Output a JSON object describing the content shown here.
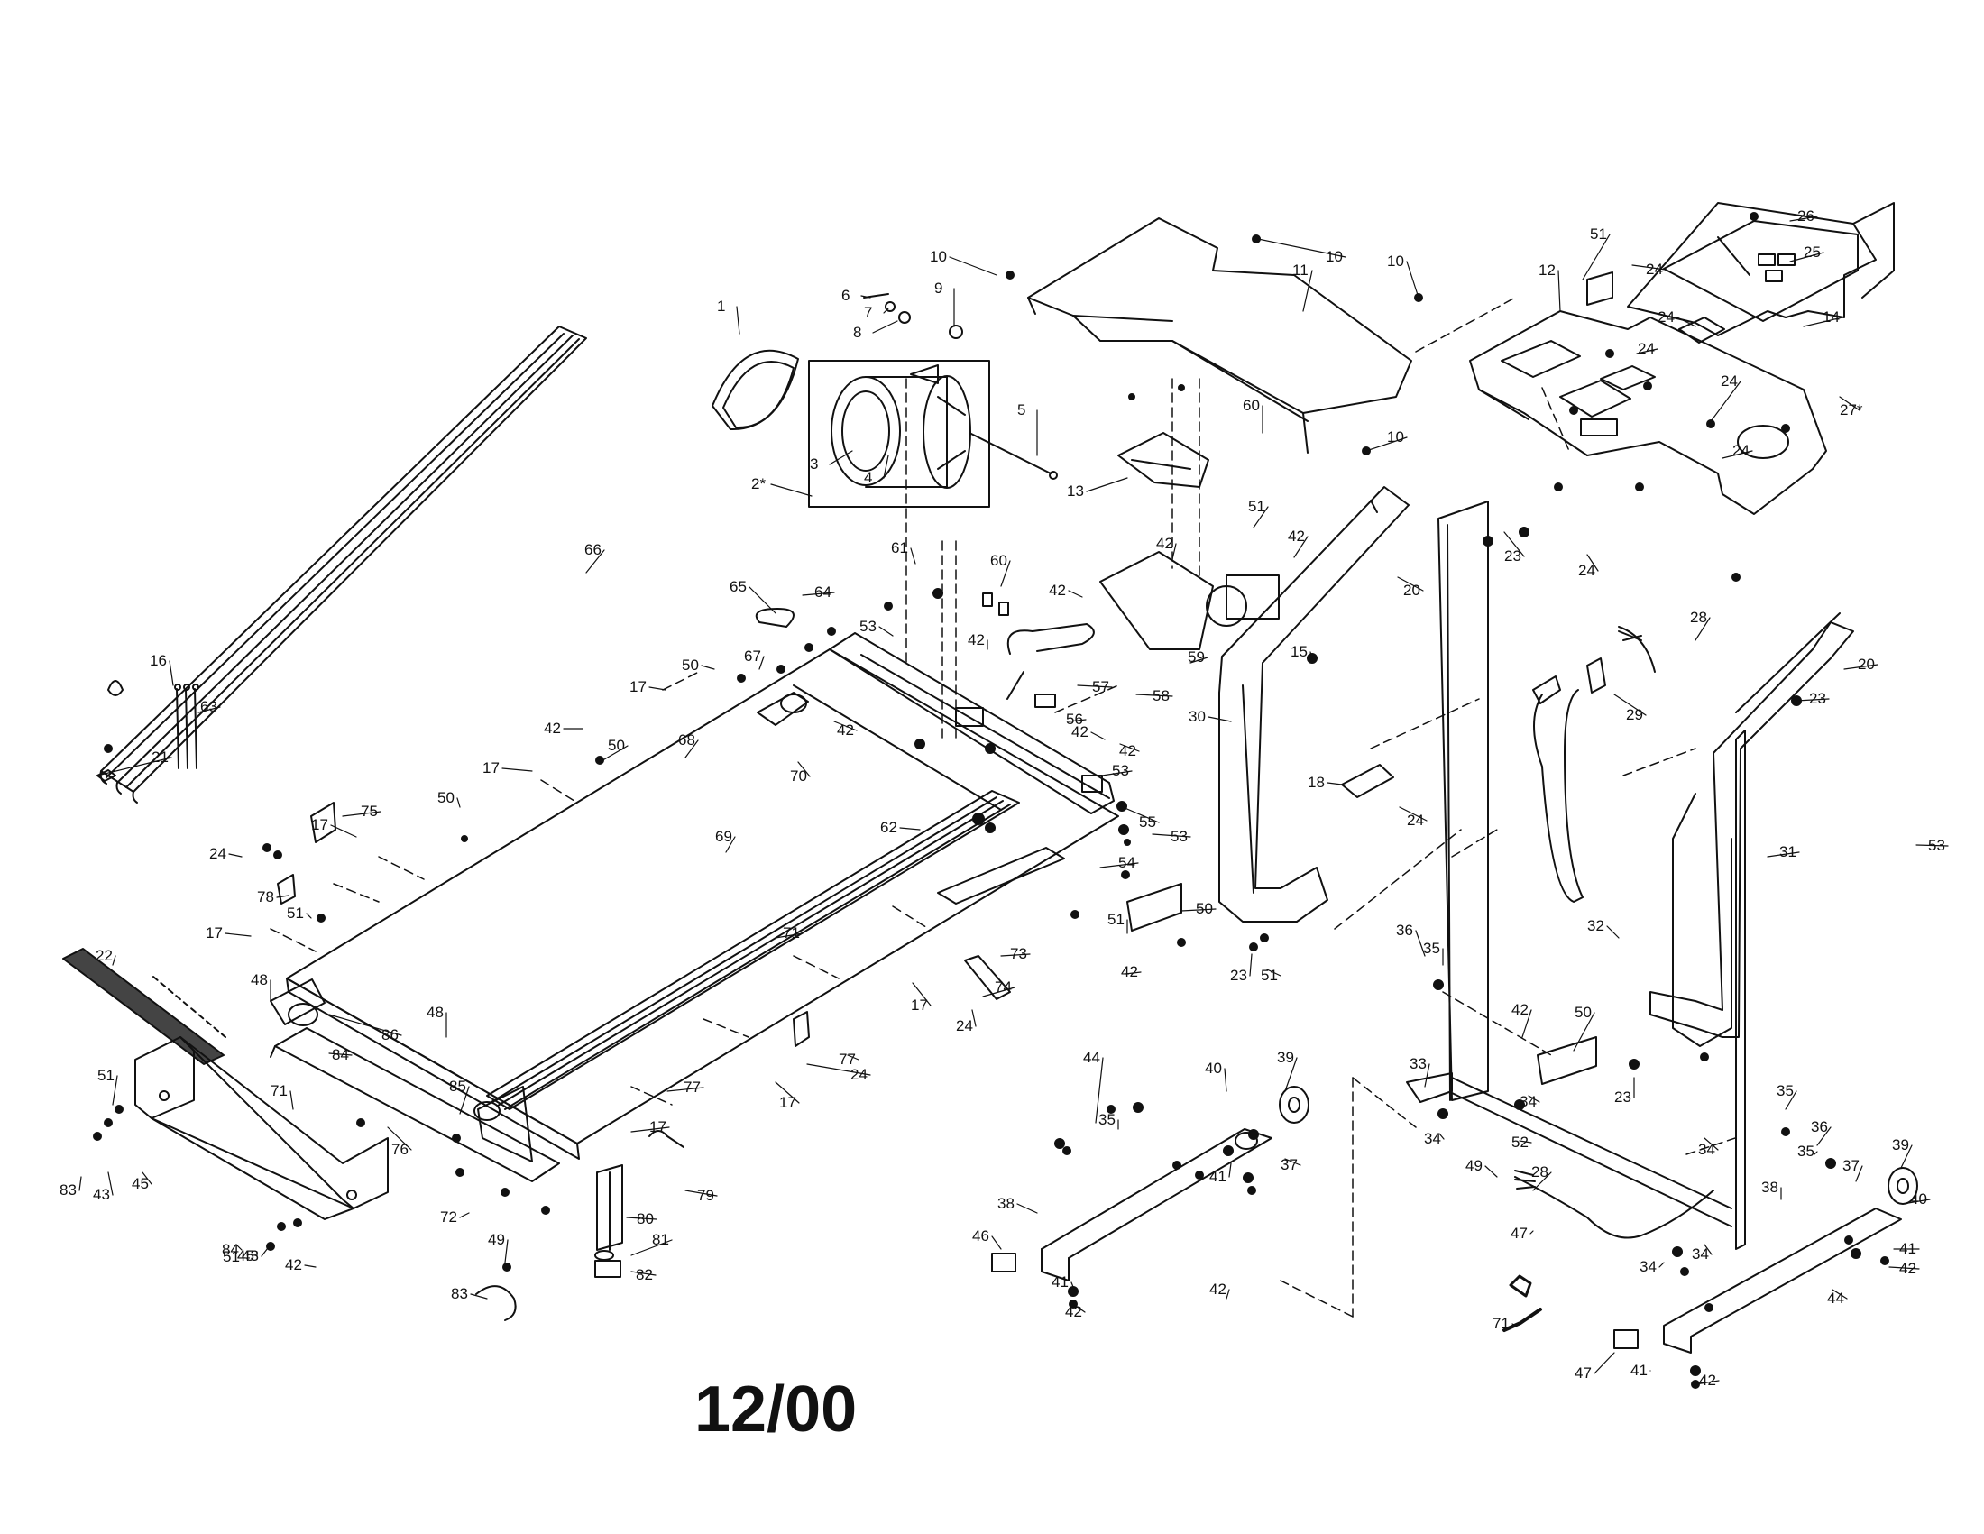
{
  "diagram": {
    "footer_date": "12/00",
    "part_labels": [
      "1",
      "2*",
      "3",
      "4",
      "5",
      "6",
      "7",
      "8",
      "9",
      "10",
      "10",
      "10",
      "10",
      "11",
      "12",
      "13",
      "14",
      "15",
      "16",
      "17",
      "17",
      "17",
      "17",
      "17",
      "17",
      "17",
      "18",
      "20",
      "20",
      "21",
      "22",
      "23",
      "23",
      "23",
      "23",
      "24",
      "24",
      "24",
      "24",
      "24",
      "24",
      "24",
      "24",
      "24",
      "24",
      "25",
      "26",
      "27*",
      "28",
      "28",
      "29",
      "30",
      "31",
      "32",
      "33",
      "34",
      "34",
      "34",
      "34",
      "34",
      "35",
      "35",
      "35",
      "35",
      "36",
      "36",
      "37",
      "37",
      "38",
      "38",
      "39",
      "39",
      "40",
      "40",
      "41",
      "41",
      "41",
      "41",
      "42",
      "42",
      "42",
      "42",
      "42",
      "42",
      "42",
      "42",
      "42",
      "42",
      "42",
      "42",
      "42",
      "42",
      "42",
      "43",
      "43",
      "44",
      "44",
      "45",
      "45",
      "46",
      "47",
      "47",
      "48",
      "48",
      "49",
      "49",
      "50",
      "50",
      "50",
      "50",
      "50",
      "51",
      "51",
      "51",
      "51",
      "51",
      "51",
      "51",
      "52",
      "53",
      "53",
      "53",
      "53",
      "54",
      "55",
      "56",
      "57",
      "58",
      "59",
      "60",
      "60",
      "61",
      "62",
      "63",
      "64",
      "65",
      "66",
      "67",
      "68",
      "69",
      "70",
      "71",
      "71",
      "71",
      "72",
      "73",
      "74",
      "75",
      "76",
      "77",
      "77",
      "78",
      "79",
      "80",
      "81",
      "82",
      "83",
      "83",
      "84",
      "84",
      "85",
      "86"
    ]
  }
}
